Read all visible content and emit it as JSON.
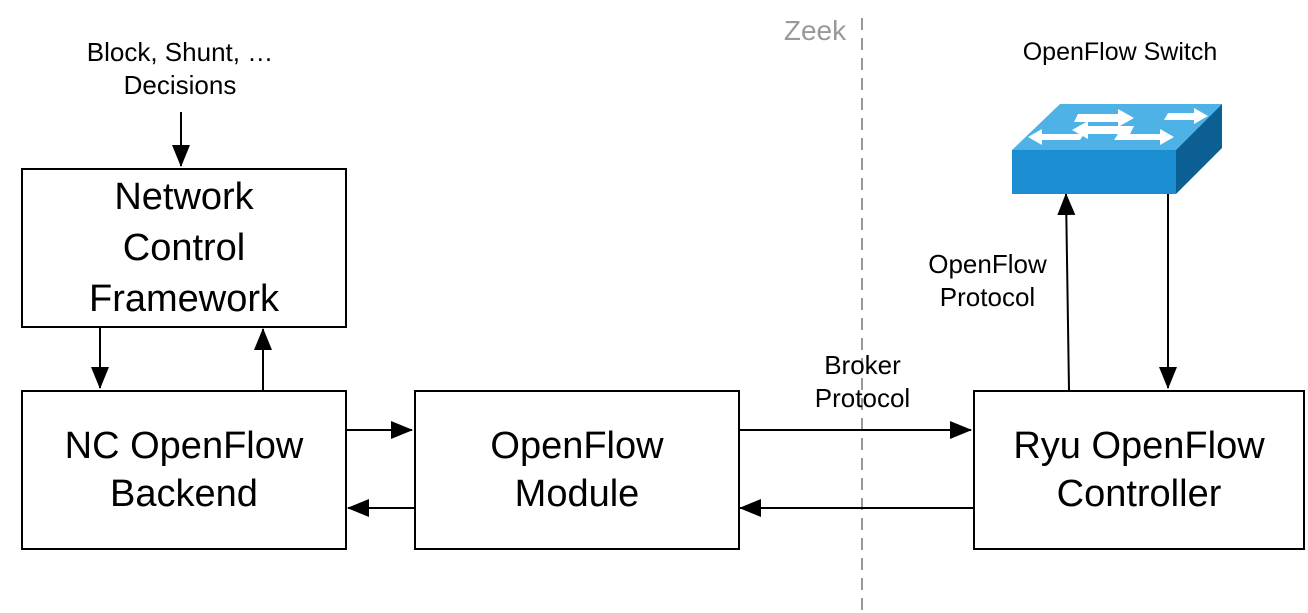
{
  "boundary": {
    "label": "Zeek",
    "color": "#999999"
  },
  "input": {
    "label": "Block, Shunt, …\nDecisions"
  },
  "boxes": {
    "ncf": "Network\nControl\nFramework",
    "backend": "NC OpenFlow\nBackend",
    "module": "OpenFlow\nModule",
    "controller": "Ryu OpenFlow\nController"
  },
  "switch": {
    "title": "OpenFlow Switch",
    "color": "#1a8ed0"
  },
  "edges": {
    "broker": "Broker\nProtocol",
    "openflow": "OpenFlow\nProtocol"
  }
}
